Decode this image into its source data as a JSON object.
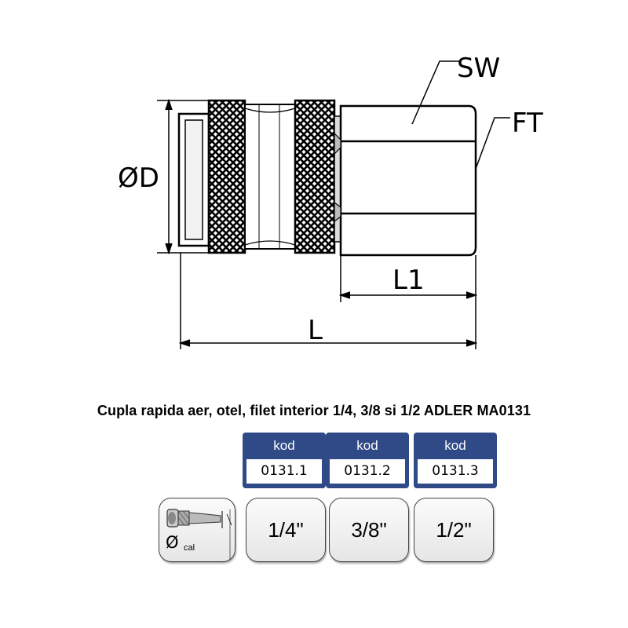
{
  "diagram": {
    "labels": {
      "sw": "SW",
      "ft": "FT",
      "diameter": "ØD",
      "l1": "L1",
      "l": "L"
    }
  },
  "product": {
    "title": "Cupla rapida aer, otel, filet interior 1/4, 3/8 si 1/2 ADLER MA0131"
  },
  "codes": {
    "header": "kod",
    "items": [
      "0131.1",
      "0131.2",
      "0131.3"
    ]
  },
  "sizes": {
    "icon_label": "Ø",
    "icon_sub": "cal",
    "items": [
      "1/4\"",
      "3/8\"",
      "1/2\""
    ]
  },
  "colors": {
    "code_blue": "#2f4a86"
  }
}
